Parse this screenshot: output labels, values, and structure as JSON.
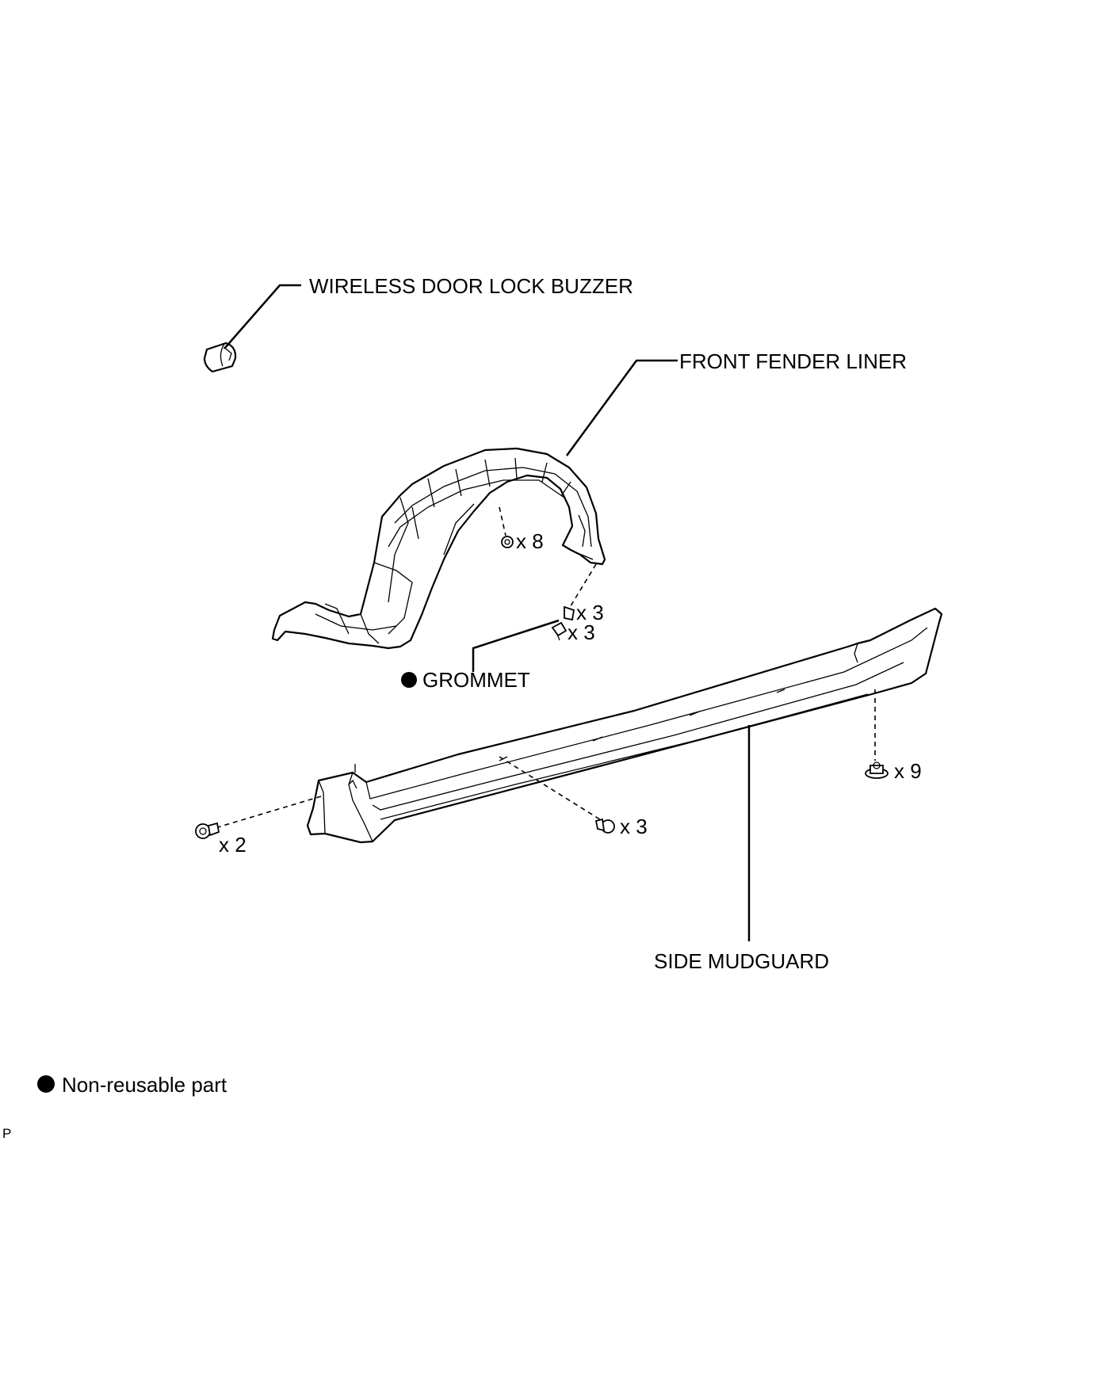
{
  "labels": {
    "buzzer": "WIRELESS DOOR LOCK BUZZER",
    "fender_liner": "FRONT FENDER LINER",
    "grommet": "GROMMET",
    "side_mudguard": "SIDE MUDGUARD"
  },
  "quantities": {
    "liner_clip_top": "x 8",
    "liner_clip_a": "x 3",
    "liner_screw_b": "x 3",
    "mudguard_bolt_left": "x 2",
    "mudguard_clip_mid": "x 3",
    "mudguard_nut_right": "x 9"
  },
  "legend": {
    "non_reusable": "Non-reusable part"
  },
  "footer": {
    "code": "P"
  }
}
